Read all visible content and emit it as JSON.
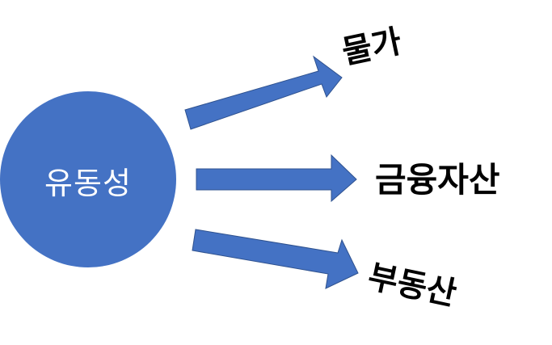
{
  "diagram": {
    "source": {
      "label": "유동성"
    },
    "targets": [
      {
        "label": "물가"
      },
      {
        "label": "금융자산"
      },
      {
        "label": "부동산"
      }
    ],
    "colors": {
      "node_fill": "#4472c4",
      "arrow_fill": "#4472c4",
      "arrow_stroke": "#2f528f",
      "node_text": "#ffffff",
      "target_text": "#000000"
    }
  }
}
